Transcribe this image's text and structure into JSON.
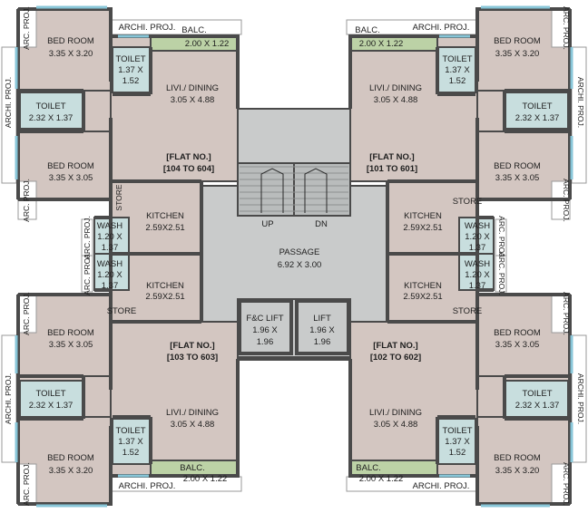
{
  "colors": {
    "wall": "#4a4a4a",
    "room": "#d3c6c1",
    "toilet": "#c8dede",
    "balcony": "#bcd2a6",
    "common": "#c9cbcb",
    "projection": "#ffffff",
    "window": "#88c6d8"
  },
  "labels": {
    "bed_room": "BED ROOM",
    "bed_room_3320": "3.35 X 3.20",
    "bed_room_3305": "3.35 X 3.05",
    "toilet": "TOILET",
    "toilet_big_size": "2.32 X 1.37",
    "toilet_small_size_1": "1.37 X",
    "toilet_small_size_2": "1.52",
    "balcony": "BALC.",
    "balcony_size": "2.00 X 1.22",
    "living_dining": "LIVI./ DINING",
    "living_dining_size": "3.05 X 4.88",
    "kitchen": "KITCHEN",
    "kitchen_size": "2.59X2.51",
    "store": "STORE",
    "wash": "WASH",
    "wash_size_1": "1.20 X",
    "wash_size_2": "1.37",
    "arc_proj": "ARC. PROJ.",
    "archi_proj": "ARCHI. PROJ.",
    "flat_no": "[FLAT NO.]",
    "flat_104": "[104 TO 604]",
    "flat_101": "[101 TO 601]",
    "flat_103": "[103 TO 603]",
    "flat_102": "[102 TO 602]",
    "passage": "PASSAGE",
    "passage_size": "6.92 X 3.00",
    "fc_lift": "F&C LIFT",
    "lift": "LIFT",
    "lift_size_1": "1.96 X",
    "lift_size_2": "1.96",
    "stair_up": "UP",
    "stair_dn": "DN"
  }
}
